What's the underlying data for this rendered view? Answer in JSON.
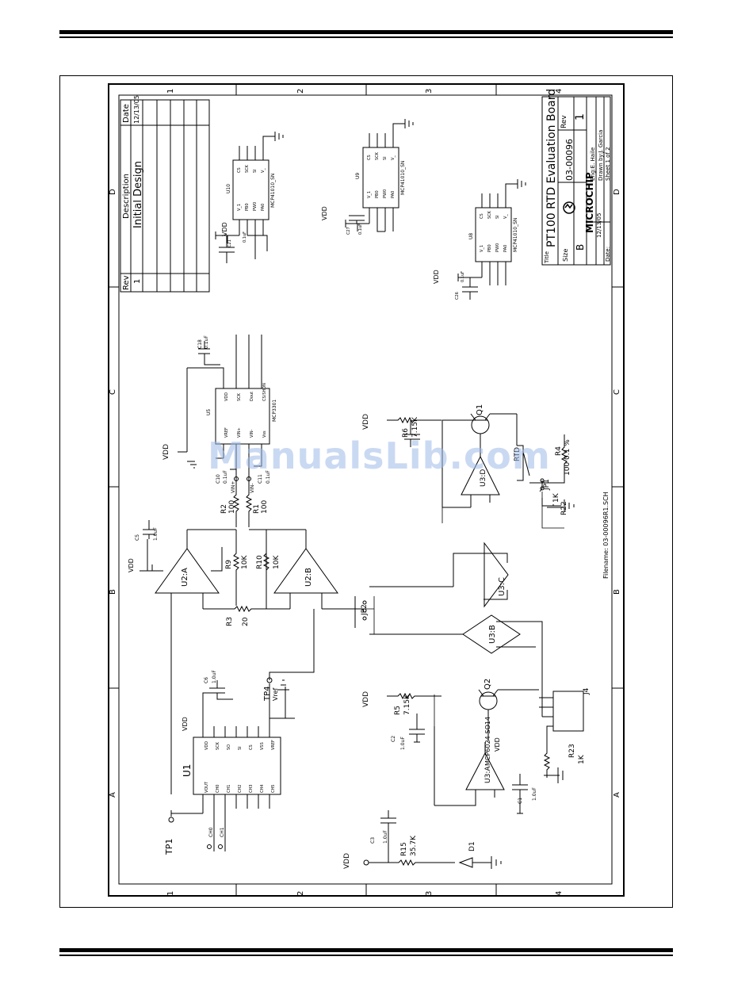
{
  "title_block": {
    "title_label": "Title",
    "title": "PT100 RTD Evaluation Board",
    "size_label": "Size",
    "size": "B",
    "doc_number": "03-00096",
    "rev_label": "Rev",
    "rev": "1",
    "engineer": "Eng:E. Haile",
    "drawn_by": "Drawn by:J. Garcia",
    "sheet": "Sheet 1 of  2",
    "date_label": "Date:",
    "date": "12/13/05",
    "company": "MICROCHIP",
    "filename": "Filename: 03-00096R1.SCH"
  },
  "revision_table": {
    "headers": [
      "Rev",
      "Description",
      "Date"
    ],
    "rows": [
      [
        "1",
        "Initial Design",
        "12/13/05"
      ]
    ]
  },
  "zones": {
    "letters": [
      "A",
      "B",
      "C",
      "D"
    ],
    "numbers": [
      "1",
      "2",
      "3",
      "4"
    ]
  },
  "components": {
    "u10": {
      "ref": "U10",
      "part": "MCP41010_SN"
    },
    "u9": {
      "ref": "U9",
      "part": "MCP41010_SN"
    },
    "u8": {
      "ref": "U8",
      "part": "MCP41010_SN"
    },
    "u5": {
      "ref": "U5",
      "part": "MCP3301",
      "pins": [
        "VREF",
        "VIN+",
        "VIN-",
        "Vss",
        "VDD",
        "SCK",
        "Dout",
        "CS/SHDN"
      ]
    },
    "u1": {
      "ref": "U1",
      "pins": [
        "VOUT",
        "CH0",
        "CH1",
        "CH2",
        "CH3",
        "CH4",
        "CH5",
        "VDD",
        "SCK",
        "SO",
        "SI",
        "CS",
        "VSS",
        "VREF"
      ]
    },
    "pot_pins": [
      "V_1",
      "PB0",
      "PW0",
      "PA0",
      "CS",
      "SCK",
      "SI",
      "V_"
    ],
    "u2a": "U2:A",
    "u2b": "U2:B",
    "u3a": "U3:A",
    "u3b": "U3:B",
    "u3c": "U3:C",
    "u3d": "U3:D",
    "q1": "Q1",
    "q2": "Q2",
    "mcp6024": "MCP6024-SO14",
    "d1": "D1",
    "jp1": "JP1",
    "jp2": "JP2",
    "j4": "J4",
    "tp1": "TP1",
    "tp4": "TP4",
    "vref": "Vref",
    "vdd": "VDD",
    "r2": [
      "R2",
      "100"
    ],
    "r1": [
      "R1",
      "100"
    ],
    "r9": [
      "R9",
      "10K"
    ],
    "r10": [
      "R10",
      "10K"
    ],
    "r3": [
      "R3",
      "20"
    ],
    "r6": [
      "R6",
      "7.15K"
    ],
    "r5": [
      "R5",
      "7.15K"
    ],
    "r15": [
      "R15",
      "35.7K"
    ],
    "r4": [
      "R4",
      "100 0.1 %"
    ],
    "r22": [
      "R22",
      "1K"
    ],
    "r23": [
      "R23",
      "1K"
    ],
    "rtd": "RTD",
    "c18": [
      "C18",
      "0.1uF"
    ],
    "c10": [
      "C10",
      "0.1uF"
    ],
    "c11": [
      "C11",
      "0.1uF"
    ],
    "c21": [
      "C21",
      "0.1uF"
    ],
    "c27": [
      "C27",
      "0.1uF"
    ],
    "c26": [
      "C26",
      "0.1uF"
    ],
    "c5": [
      "C5",
      "1.0uF"
    ],
    "c6": [
      "C6",
      "1.0uF"
    ],
    "c2": [
      "C2",
      "1.0uF"
    ],
    "c3": [
      "C3",
      "1.0uF"
    ],
    "c1": [
      "C1",
      "1.0uF"
    ],
    "ch0": "CH0",
    "ch1": "CH1",
    "vin_plus": "VIN+",
    "vin_minus": "VIN-"
  },
  "watermark": "ManualsLib.com"
}
